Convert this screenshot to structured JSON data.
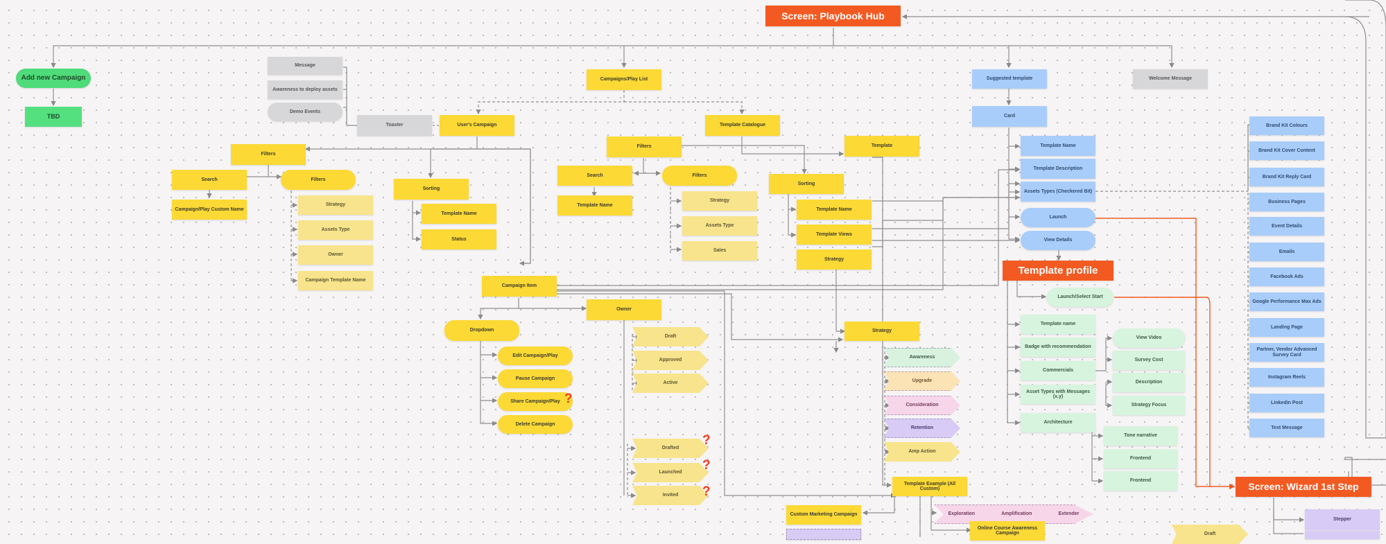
{
  "nodes": {
    "playbook_hub": "Screen: Playbook Hub",
    "add_campaign": "Add new Campaign",
    "tbd": "TBD",
    "message": "Message",
    "awareness": "Awareness to deploy assets",
    "demo_events": "Demo Events",
    "toaster": "Toaster",
    "campaigns_list": "Campaigns/Play List",
    "users_campaign": "User's Campaign",
    "template_catalogue": "Template Catalogue",
    "suggested_template": "Suggested template",
    "welcome_message": "Welcome Message",
    "card": "Card",
    "filters_a": "Filters",
    "search_a": "Search",
    "filters_b": "Filters",
    "camp_play_custom_name": "Campaign/Play Custom Name",
    "f_strategy": "Strategy",
    "f_assets_type": "Assets Type",
    "f_owner": "Owner",
    "f_campaign_template_name": "Campaign Template Name",
    "sorting_a": "Sorting",
    "template_name_a": "Template Name",
    "status_a": "Status",
    "filters_c": "Filters",
    "search_c": "Search",
    "filters_d": "Filters",
    "template_name_c": "Template Name",
    "d_strategy": "Strategy",
    "d_assets_type": "Assets Type",
    "d_sales": "Sales",
    "template_e": "Template",
    "sorting_e": "Sorting",
    "template_name_e": "Template Name",
    "template_views": "Template Views",
    "strategy_e": "Strategy",
    "template_name_blue": "Template Name",
    "template_description": "Template Description",
    "assets_types": "Assets Types (Checkered Bit)",
    "launch": "Launch",
    "view_details": "View Details",
    "template_profile": "Template profile",
    "launch_select_start": "Launch/Select Start",
    "tp_template_name": "Template name",
    "tp_badge": "Badge with recommendation",
    "tp_commercials": "Commercials",
    "tp_asset_types": "Asset Types with Messages (x.y)",
    "tp_architecture": "Architecture",
    "tp_view_video": "View Video",
    "tp_survey_cost": "Survey Cost",
    "tp_description": "Description",
    "tp_strategy_focus": "Strategy Focus",
    "tp_tone_narrative": "Tone narrative",
    "tp_frontend": "Frontend",
    "tp_frontend2": "Frontend",
    "campaign_item": "Campaign Item",
    "owner": "Owner",
    "dropdown": "Dropdown",
    "edit_campaign": "Edit Campaign/Play",
    "pause_campaign": "Pause Campaign",
    "share_campaign": "Share Campaign/Play",
    "delete_campaign": "Delete Campaign",
    "tag_draft": "Draft",
    "tag_approved": "Approved",
    "tag_active": "Active",
    "tag_draft2": "Drafted",
    "tag_launched": "Launched",
    "tag_invited": "Invited",
    "strategy_mid": "Strategy",
    "tag_awareness": "Awareness",
    "tag_upgrade": "Upgrade",
    "tag_consideration": "Consideration",
    "tag_retention": "Retention",
    "tag_amp_action": "Amp Action",
    "template_example": "Template Example (All Custom)",
    "custom_marketing": "Custom Marketing Campaign",
    "online_course": "Online Course Awareness Campaign",
    "tag_exploration": "Exploration",
    "tag_amplification": "Amplification",
    "tag_extender": "Extender",
    "wizard_step": "Screen: Wizard 1st Step",
    "stepper": "Stepper",
    "draft_bottom": "Draft",
    "r_brand_kit": "Brand Kit Colours",
    "r_brand_kit_cover": "Brand Kit Cover Content",
    "r_brand_kit_reply": "Brand Kit Reply Card",
    "r_business_pages": "Business Pages",
    "r_event_details": "Event Details",
    "r_emails": "Emails",
    "r_facebook_ads": "Facebook Ads",
    "r_google_perf": "Google Performance Max Ads",
    "r_landing_page": "Landing Page",
    "r_partner_vendor": "Partner, Vendor Advanced Survey Card",
    "r_instagram": "Instagram Reels",
    "r_linkedin": "Linkedin Post",
    "r_text_message": "Text Message"
  },
  "colors": {
    "yellow": "#fcd935",
    "pale_yellow": "#f8e48c",
    "blue": "#a9cdfa",
    "green": "#d7f4de",
    "orange": "#f35a22",
    "red_connector": "#f35a22"
  },
  "icons": [
    "question-mark-icon",
    "question-mark-icon",
    "question-mark-icon",
    "question-mark-icon"
  ]
}
